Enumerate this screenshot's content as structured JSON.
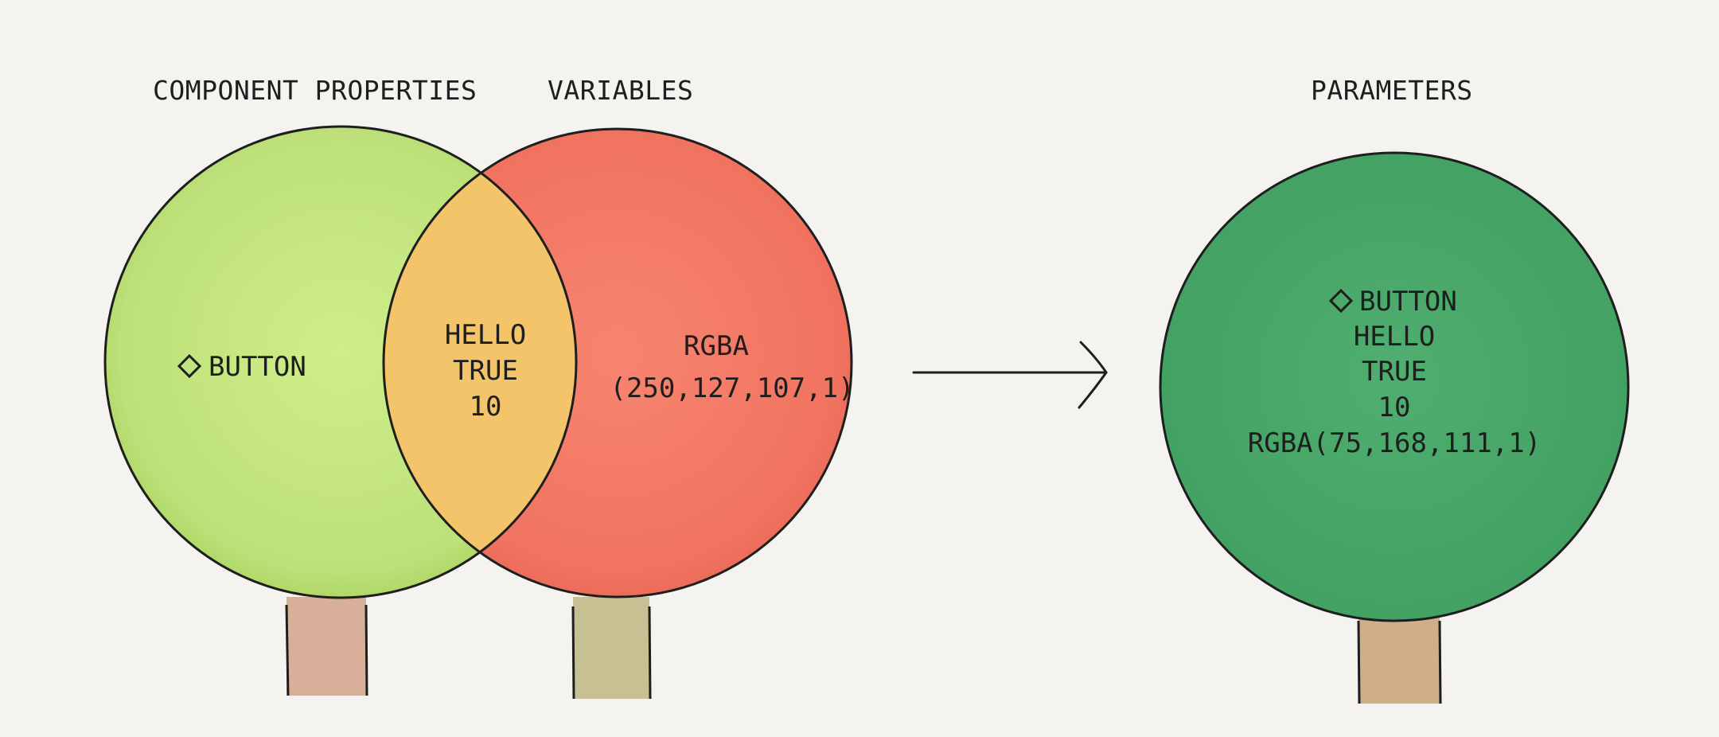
{
  "headings": {
    "component_properties": "COMPONENT PROPERTIES",
    "variables": "VARIABLES",
    "parameters": "PARAMETERS"
  },
  "component_properties_only": {
    "icon": "diamond-icon",
    "button_label": "BUTTON"
  },
  "overlap": [
    "HELLO",
    "TRUE",
    "10"
  ],
  "variables_only": [
    "RGBA",
    "(250,127,107,1)"
  ],
  "parameters": {
    "icon": "diamond-icon",
    "button_label": "BUTTON",
    "values": [
      "HELLO",
      "TRUE",
      "10",
      "RGBA(75,168,111,1)"
    ]
  },
  "arrow_icon": "arrow-right-icon",
  "colors": {
    "component_properties_fill": "#bfe47a",
    "variables_fill": "#f2735e",
    "overlap_fill": "#f3c46a",
    "parameters_fill": "#4aa86c",
    "trunk_left": "#d8b09a",
    "trunk_middle": "#c7c092",
    "trunk_right": "#cfae88",
    "outline": "#1e1e1e",
    "background": "#f4f3ef"
  }
}
